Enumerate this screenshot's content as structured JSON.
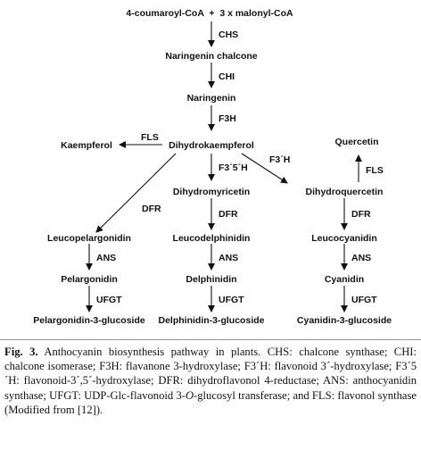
{
  "nodes": {
    "start": "4-coumaroyl-CoA  +  3 x malonyl-CoA",
    "naringenin_chalcone": "Naringenin chalcone",
    "naringenin": "Naringenin",
    "dihydrokaempferol": "Dihydrokaempferol",
    "kaempferol": "Kaempferol",
    "quercetin": "Quercetin",
    "dihydromyricetin": "Dihydromyricetin",
    "dihydroquercetin": "Dihydroquercetin",
    "leucopelargonidin": "Leucopelargonidin",
    "leucodelphinidin": "Leucodelphinidin",
    "leucocyanidin": "Leucocyanidin",
    "pelargonidin": "Pelargonidin",
    "delphinidin": "Delphinidin",
    "cyanidin": "Cyanidin",
    "pelargonidin_glc": "Pelargonidin-3-glucoside",
    "delphinidin_glc": "Delphinidin-3-glucoside",
    "cyanidin_glc": "Cyanidin-3-glucoside"
  },
  "enzymes": {
    "chs": "CHS",
    "chi": "CHI",
    "f3h": "F3H",
    "fls_left": "FLS",
    "f3p5ph": "F3´5´H",
    "f3ph": "F3´H",
    "fls_right": "FLS",
    "dfr_left": "DFR",
    "dfr_mid": "DFR",
    "dfr_right": "DFR",
    "ans_left": "ANS",
    "ans_mid": "ANS",
    "ans_right": "ANS",
    "ufgt_left": "UFGT",
    "ufgt_mid": "UFGT",
    "ufgt_right": "UFGT"
  },
  "caption": {
    "label": "Fig. 3.",
    "text_before_italic": " Anthocyanin biosynthesis pathway in plants. CHS: chalcone synthase; CHI: chalcone isomerase; F3H: flavanone 3-hydroxylase; F3´H: flavonoid 3´-hydroxylase; F3´5´H: flavonoid-3´,5´-hydroxylase; DFR: dihydroflavonol 4-reductase; ANS: anthocyanidin synthase; UFGT: UDP-Glc-flavonoid 3-",
    "italic": "O",
    "text_after_italic": "-glucosyl transferase; and FLS: flavonol synthase (Modified from [12])."
  }
}
